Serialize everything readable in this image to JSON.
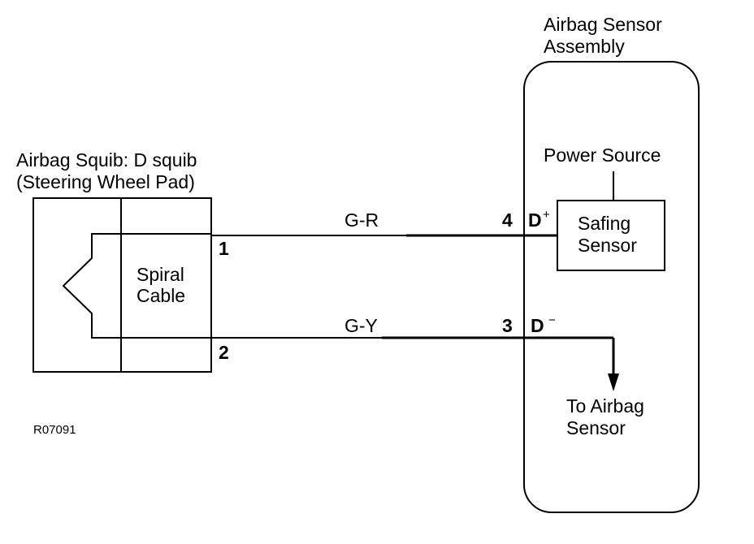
{
  "assembly": {
    "title_line1": "Airbag Sensor",
    "title_line2": "Assembly",
    "power_source": "Power Source",
    "safing_line1": "Safing",
    "safing_line2": "Sensor",
    "to_sensor_line1": "To Airbag",
    "to_sensor_line2": "Sensor"
  },
  "squib": {
    "title_line1": "Airbag Squib: D squib",
    "title_line2": "(Steering Wheel Pad)",
    "spiral_line1": "Spiral",
    "spiral_line2": "Cable"
  },
  "wires": {
    "upper": {
      "color": "G-R",
      "squib_pin": "1",
      "sensor_pin": "4",
      "terminal": "D",
      "polarity": "+"
    },
    "lower": {
      "color": "G-Y",
      "squib_pin": "2",
      "sensor_pin": "3",
      "terminal": "D",
      "polarity": "−"
    }
  },
  "figure_code": "R07091"
}
